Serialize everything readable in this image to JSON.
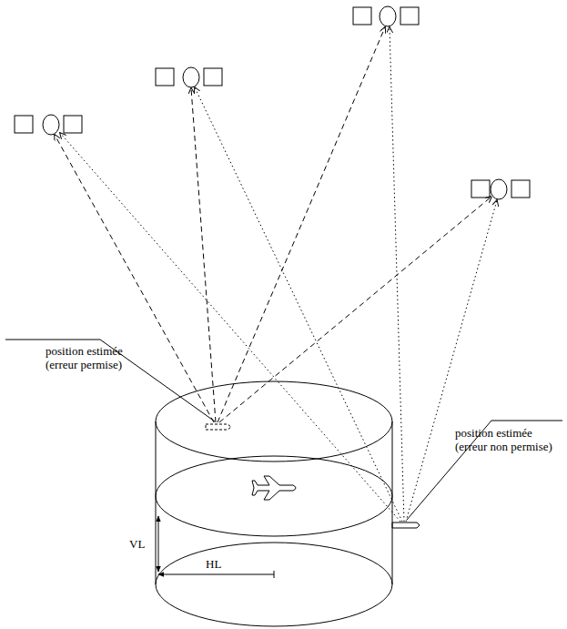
{
  "diagram": {
    "labels": [
      "position estimée (erreur permise)",
      "position estimée (erreur non permise)",
      "VL",
      "HL"
    ]
  }
}
